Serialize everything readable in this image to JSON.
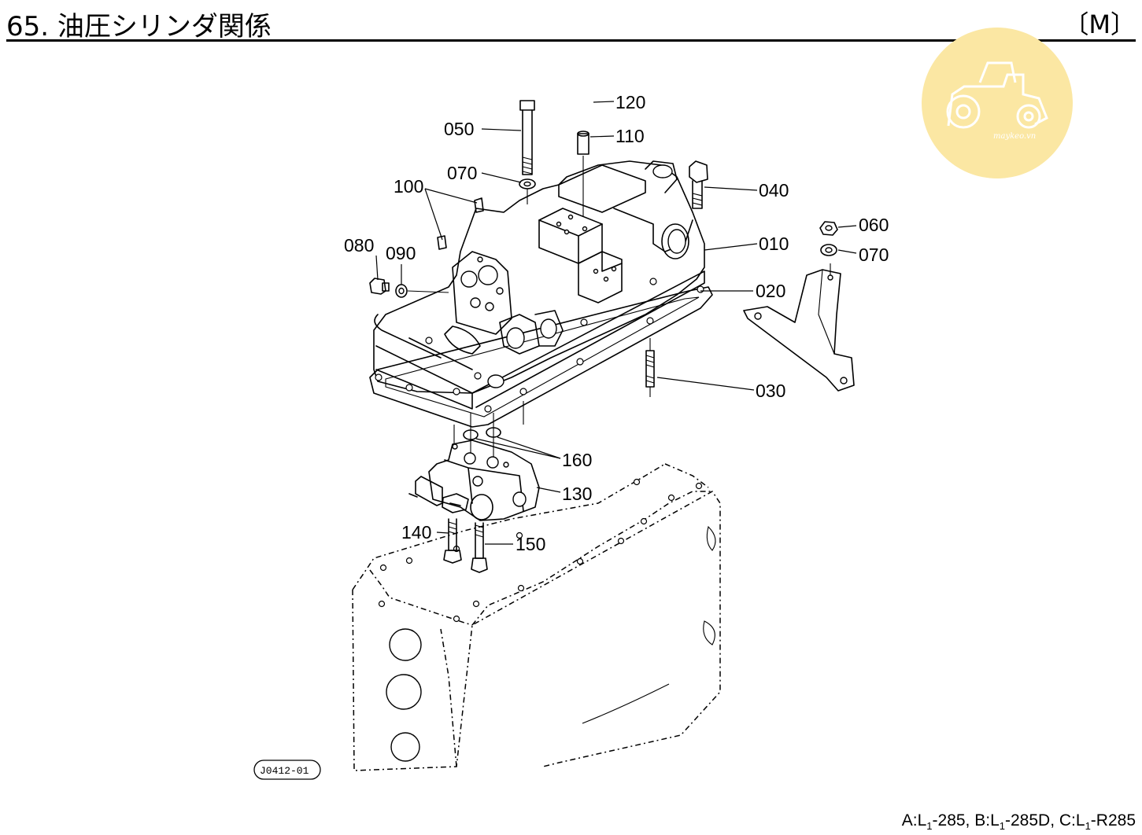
{
  "header": {
    "title": "65. 油圧シリンダ関係",
    "model_code": "〔M〕"
  },
  "watermark": {
    "text": "maykeo.vn",
    "icon": "tractor-icon",
    "color": "#fbe7a3"
  },
  "drawing_code": "J0412-01",
  "parts": [
    {
      "no": "120"
    },
    {
      "no": "050"
    },
    {
      "no": "110"
    },
    {
      "no": "070"
    },
    {
      "no": "040"
    },
    {
      "no": "100"
    },
    {
      "no": "060"
    },
    {
      "no": "070"
    },
    {
      "no": "010"
    },
    {
      "no": "080"
    },
    {
      "no": "090"
    },
    {
      "no": "020"
    },
    {
      "no": "030"
    },
    {
      "no": "160"
    },
    {
      "no": "130"
    },
    {
      "no": "140"
    },
    {
      "no": "150"
    }
  ],
  "footer": {
    "a_prefix": "A:L",
    "a_sub": "1",
    "a_model": "-285, ",
    "b_prefix": "B:L",
    "b_sub": "1",
    "b_model": "-285D, ",
    "c_prefix": "C:L",
    "c_sub": "1",
    "c_model": "-R285"
  }
}
